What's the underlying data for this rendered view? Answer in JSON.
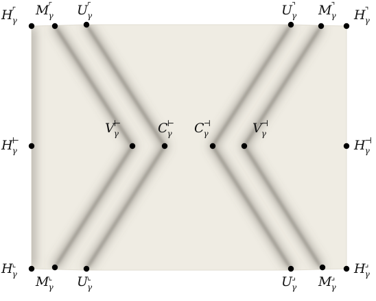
{
  "points": [
    {
      "id": "H-tl",
      "base": "H",
      "sub": "γ",
      "sup": "⌜"
    },
    {
      "id": "M-tl",
      "base": "M",
      "sub": "γ",
      "sup": "⌜"
    },
    {
      "id": "U-tl",
      "base": "U",
      "sub": "γ",
      "sup": "⌜"
    },
    {
      "id": "U-tr",
      "base": "U",
      "sub": "γ",
      "sup": "⌝"
    },
    {
      "id": "M-tr",
      "base": "M",
      "sub": "γ",
      "sup": "⌝"
    },
    {
      "id": "H-tr",
      "base": "H",
      "sub": "γ",
      "sup": "⌝"
    },
    {
      "id": "H-ml",
      "base": "H",
      "sub": "γ",
      "sup": "⊢"
    },
    {
      "id": "V-l",
      "base": "V",
      "sub": "γ",
      "sup": "⊢"
    },
    {
      "id": "C-l",
      "base": "C",
      "sub": "γ",
      "sup": "⊢"
    },
    {
      "id": "C-r",
      "base": "C",
      "sub": "γ",
      "sup": "⊣"
    },
    {
      "id": "V-r",
      "base": "V",
      "sub": "γ",
      "sup": "⊣"
    },
    {
      "id": "H-mr",
      "base": "H",
      "sub": "γ",
      "sup": "⊣"
    },
    {
      "id": "H-bl",
      "base": "H",
      "sub": "γ",
      "sup": "⌞"
    },
    {
      "id": "M-bl",
      "base": "M",
      "sub": "γ",
      "sup": "⌞"
    },
    {
      "id": "U-bl",
      "base": "U",
      "sub": "γ",
      "sup": "⌞"
    },
    {
      "id": "U-br",
      "base": "U",
      "sub": "γ",
      "sup": "⌟"
    },
    {
      "id": "M-br",
      "base": "M",
      "sub": "γ",
      "sup": "⌟"
    },
    {
      "id": "H-br",
      "base": "H",
      "sub": "γ",
      "sup": "⌟"
    }
  ],
  "colors": {
    "surface": "#efece3",
    "surface_edge": "#e4e0d6",
    "crease": "#5a5750",
    "dot": "#000000",
    "text": "#111111"
  }
}
